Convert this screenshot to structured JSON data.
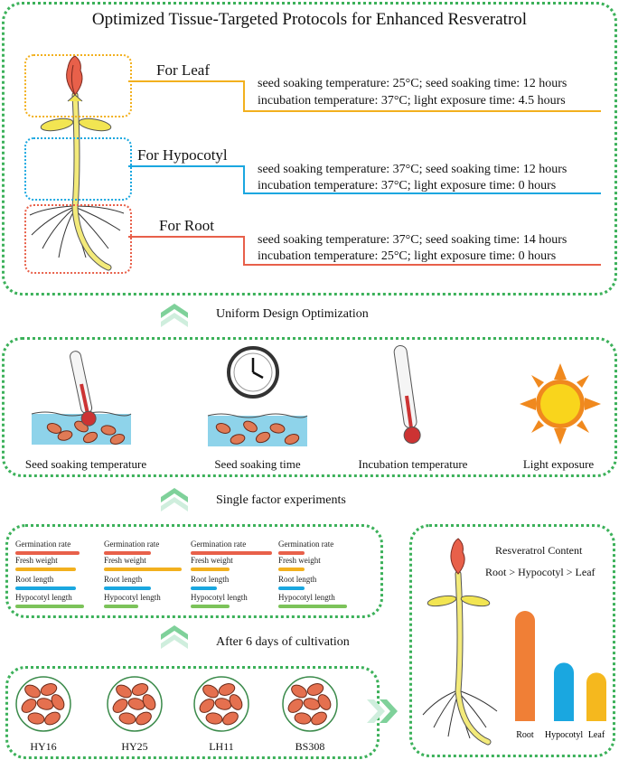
{
  "top": {
    "title": "Optimized Tissue-Targeted Protocols for Enhanced Resveratrol",
    "parts": [
      {
        "label": "For Leaf",
        "color": "#f2b01e",
        "line1": "seed soaking temperature: 25°C; seed soaking time: 12 hours",
        "line2": "incubation temperature: 37°C; light exposure time: 4.5 hours"
      },
      {
        "label": "For Hypocotyl",
        "color": "#1aa7e0",
        "line1": "seed soaking temperature: 37°C; seed soaking time: 12 hours",
        "line2": "incubation temperature: 37°C; light exposure time: 0 hours"
      },
      {
        "label": "For Root",
        "color": "#e8604a",
        "line1": "seed soaking temperature: 37°C; seed soaking time: 14 hours",
        "line2": "incubation temperature: 25°C; light exposure time: 0 hours"
      }
    ]
  },
  "steps": {
    "uniform": "Uniform Design Optimization",
    "single": "Single factor experiments",
    "cultivation": "After 6 days of cultivation"
  },
  "factors": [
    {
      "label": "Seed soaking temperature",
      "icon": "thermometer-in-water-icon"
    },
    {
      "label": "Seed soaking time",
      "icon": "clock-icon"
    },
    {
      "label": "Incubation temperature",
      "icon": "thermometer-icon"
    },
    {
      "label": "Light exposure",
      "icon": "sun-icon"
    }
  ],
  "metrics": {
    "labels": [
      "Germination rate",
      "Fresh weight",
      "Root length",
      "Hypocotyl length"
    ],
    "colors": [
      "#e8604a",
      "#f2b01e",
      "#1aa7e0",
      "#7cc35a"
    ],
    "groups": [
      [
        0.75,
        0.7,
        0.7,
        0.8
      ],
      [
        0.55,
        0.9,
        0.55,
        0.4
      ],
      [
        0.95,
        0.45,
        0.3,
        0.45
      ],
      [
        0.3,
        0.3,
        0.3,
        0.8
      ]
    ]
  },
  "varieties": [
    "HY16",
    "HY25",
    "LH11",
    "BS308"
  ],
  "result": {
    "title": "Resveratrol Content",
    "ranking": "Root > Hypocotyl > Leaf",
    "bars": [
      {
        "label": "Root",
        "value": 1.0,
        "color": "#f07f36"
      },
      {
        "label": "Hypocotyl",
        "value": 0.53,
        "color": "#1aa7e0"
      },
      {
        "label": "Leaf",
        "value": 0.44,
        "color": "#f5b81e"
      }
    ]
  }
}
